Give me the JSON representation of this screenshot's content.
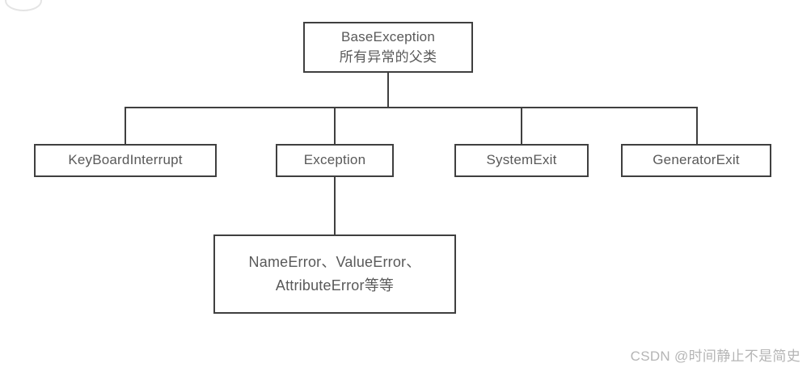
{
  "diagram": {
    "title_hint": "Python exception class hierarchy",
    "root": {
      "line1": "BaseException",
      "line2": "所有异常的父类"
    },
    "children": [
      {
        "label": "KeyBoardInterrupt"
      },
      {
        "label": "Exception"
      },
      {
        "label": "SystemExit"
      },
      {
        "label": "GeneratorExit"
      }
    ],
    "grandchild": {
      "parent": "Exception",
      "line1": "NameError、ValueError、",
      "line2": "AttributeError等等"
    }
  },
  "watermark": "CSDN @时间静止不是简史",
  "colors": {
    "border": "#3f3f3f",
    "text": "#595959",
    "watermark": "#b5b5b5",
    "background": "#ffffff"
  }
}
